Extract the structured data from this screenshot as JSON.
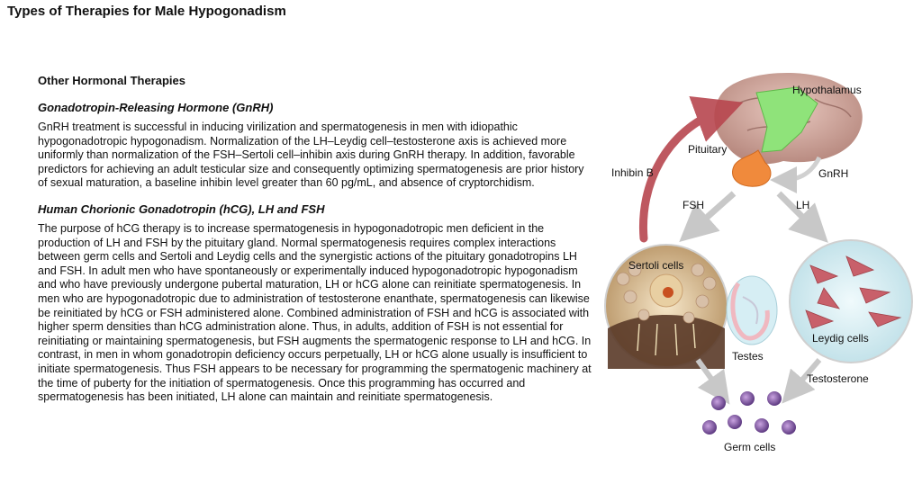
{
  "page": {
    "title": "Types of Therapies for Male Hypogonadism"
  },
  "content": {
    "section_heading": "Other Hormonal Therapies",
    "gnrh": {
      "heading": "Gonadotropin-Releasing Hormone (GnRH)",
      "paragraph": "GnRH treatment is successful in inducing virilization and spermatogenesis in men with idiopathic hypogonadotropic hypogonadism. Normalization of the LH–Leydig cell–testosterone axis is achieved more uniformly than normalization of the FSH–Sertoli cell–inhibin axis during GnRH therapy. In addition, favorable predictors for achieving an adult testicular size and consequently optimizing spermatogenesis are prior history of sexual maturation, a baseline inhibin level greater than 60 pg/mL, and absence of cryptorchidism."
    },
    "hcg": {
      "heading": "Human Chorionic Gonadotropin (hCG), LH and FSH",
      "paragraph": "The purpose of hCG therapy is to increase spermatogenesis in hypogonadotropic men deficient in the production of LH and FSH by the pituitary gland. Normal spermatogenesis requires complex interactions between germ cells and Sertoli and Leydig cells and the synergistic actions of the pituitary gonadotropins LH and FSH. In adult men who have spontaneously or experimentally induced hypogonadotropic hypogonadism and who have previously undergone pubertal maturation, LH or hCG alone can reinitiate spermatogenesis. In men who are hypogonadotropic due to administration of testosterone enanthate, spermatogenesis can likewise be reinitiated by hCG or FSH administered alone. Combined administration of FSH and hCG is associated with higher sperm densities than hCG administration alone. Thus, in adults, addition of FSH is not essential for reinitiating or maintaining spermatogenesis, but FSH augments the spermatogenic response to LH and hCG. In contrast, in men in whom gonadotropin deficiency occurs perpetually, LH or hCG alone usually is insufficient to initiate spermatogenesis. Thus FSH appears to be necessary for programming the spermatogenic machinery at the time of puberty for the initiation of spermatogenesis. Once this programming has occurred and spermatogenesis has been initiated, LH alone can maintain and reinitiate spermatogenesis."
    }
  },
  "figure": {
    "labels": {
      "hypothalamus": "Hypothalamus",
      "pituitary": "Pituitary",
      "inhibin_b": "Inhibin B",
      "gnrh": "GnRH",
      "fsh": "FSH",
      "lh": "LH",
      "sertoli_cells": "Sertoli cells",
      "leydig_cells": "Leydig cells",
      "testes": "Testes",
      "testosterone": "Testosterone",
      "germ_cells": "Germ cells"
    },
    "colors": {
      "brain": "#c9a39a",
      "hypothalamus": "#8fe37a",
      "pituitary": "#f08a3c",
      "feedback_arrow": "#b8474f",
      "flow_arrow": "#c8c8c8",
      "cell_background": "#d8eef2",
      "germ_cell": "#8a5aa8"
    }
  }
}
